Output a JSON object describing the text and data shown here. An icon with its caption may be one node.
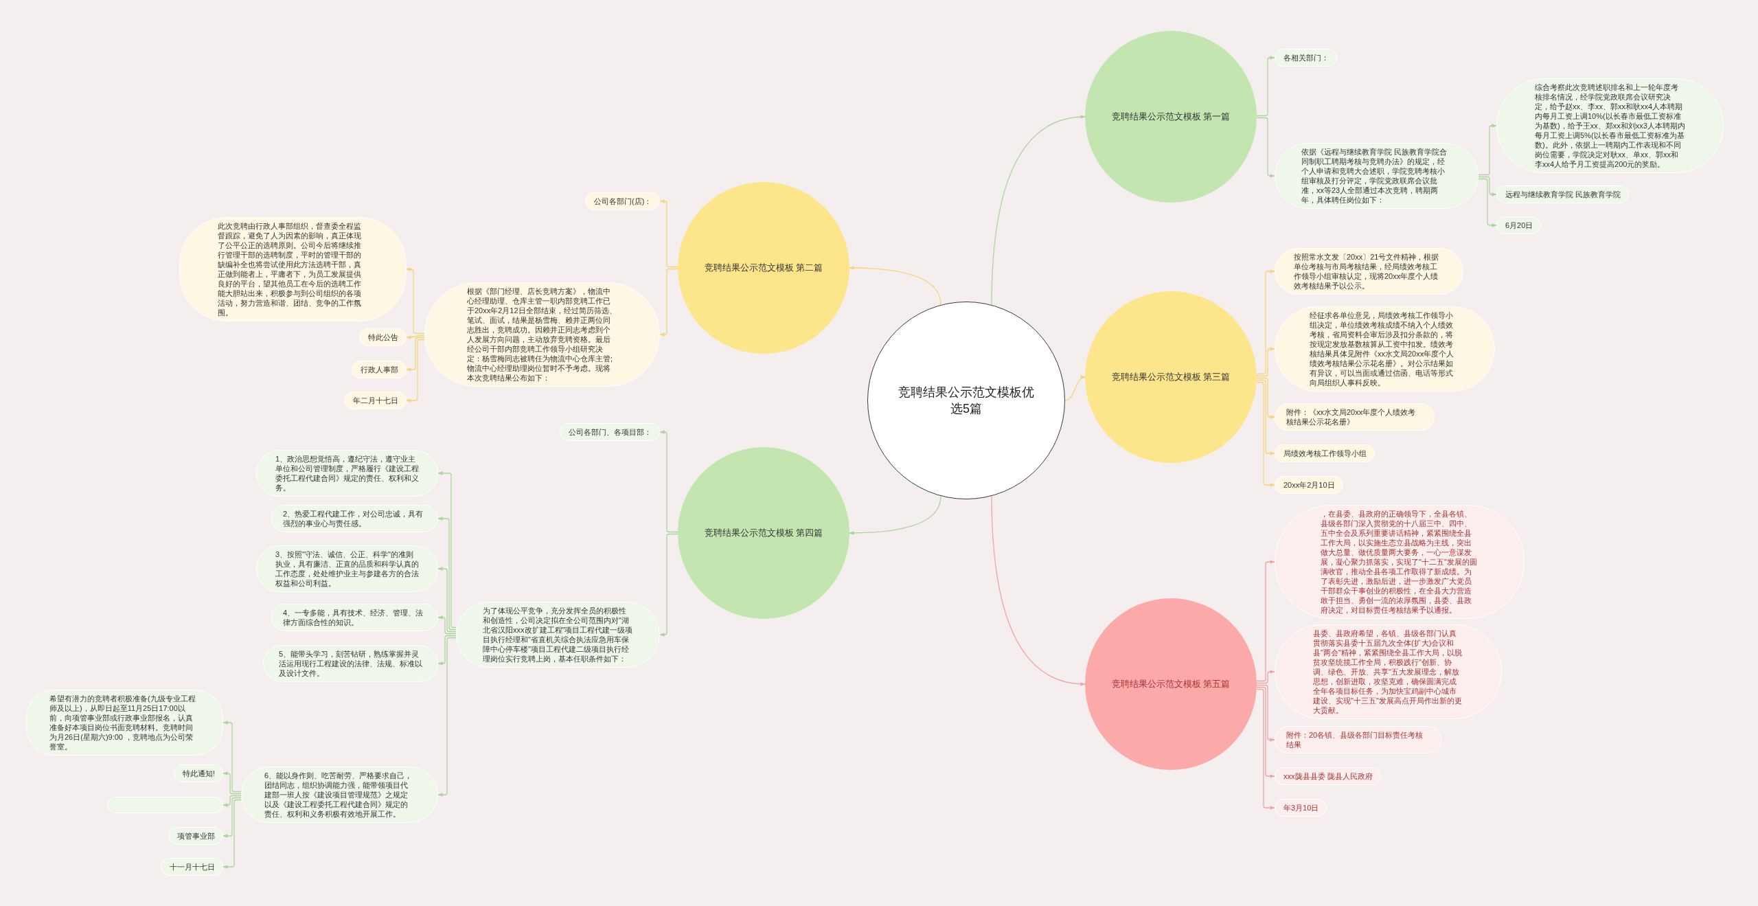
{
  "diagram": {
    "nodes": [
      {
        "text": [
          "竞聘结果公示范文模板优选5篇"
        ]
      },
      {
        "text": [
          "竞聘结果公示范文模板 第一篇"
        ]
      },
      {
        "text": [
          "各相关部门："
        ]
      },
      {
        "text": [
          "依据《远程与继续教育学院 民族教育学院合同制职工聘期考核与竞聘办法》的规定，经个人申请和竞聘大会述职，学院竞聘考核小组审核及打分评定，学院党政联席会议批准，xx等23人全部通过本次竞聘，聘期两年，具体聘任岗位如下："
        ]
      },
      {
        "text": [
          "综合考察此次竞聘述职排名和上一轮年度考核排名情况，经学院党政联席会议研究决定，给予赵xx、李xx、郭xx和耿xx4人本聘期内每月工资上调10%(以长春市最低工资标准为基数)，给予王xx、郑xx和刘xx3人本聘期内每月工资上调5%(以长春市最低工资标准为基数)。此外，依据上一聘期内工作表现和不同岗位需要，学院决定对耿xx、单xx、郭xx和李xx4人给予月工资提高200元的奖励。"
        ]
      },
      {
        "text": [
          "远程与继续教育学院 民族教育学院"
        ]
      },
      {
        "text": [
          "6月20日"
        ]
      },
      {
        "text": [
          "竞聘结果公示范文模板 第二篇"
        ]
      },
      {
        "text": [
          "公司各部门(店)："
        ]
      },
      {
        "text": [
          "根据《部门经理、店长竞聘方案》，物流中心经理助理、仓库主管一职内部竞聘工作已于20xx年2月12日全部结束，经过简历筛选、笔试、面试，结果是杨雪梅、赖井正两位同志胜出，竞聘成功。因赖井正同志考虑到个人发展方向问题，主动放弃竞聘资格。最后经公司干部内部竞聘工作领导小组研究决定：杨雪梅同志被聘任为物流中心仓库主管;物流中心经理助理岗位暂时不予考虑。现将本次竞聘结果公布如下："
        ]
      },
      {
        "text": [
          "此次竞聘由行政人事部组织，督查委全程监督跟踪，避免了人为因素的影响，真正体现了公平公正的选聘原则。公司今后将继续推行管理干部的选聘制度，平时的管理干部的缺编补全也将尝试使用此方法选聘干部，真正做到能者上，平庸者下，为员工发展提供良好的平台，望其他员工在今后的选聘工作能大胆站出来，积极参与到公司组织的各项活动，努力营造和谐、团结、竞争的工作氛围。"
        ]
      },
      {
        "text": [
          "特此公告"
        ]
      },
      {
        "text": [
          "行政人事部"
        ]
      },
      {
        "text": [
          "年二月十七日"
        ]
      },
      {
        "text": [
          "竞聘结果公示范文模板 第三篇"
        ]
      },
      {
        "text": [
          "按照常水文发〔20xx〕21号文件精神，根据单位考核与市局考核结果，经局绩效考核工作领导小组审核认定，现将20xx年度个人绩效考核结果予以公示。"
        ]
      },
      {
        "text": [
          "经征求各单位意见，局绩效考核工作领导小组决定，单位绩效考核成绩不纳入个人绩效考核，省局资料会审后涉及扣分条款的，将按现定发放基数核算从工资中扣发。绩效考核结果具体见附件《xx水文局20xx年度个人绩效考核结果公示花名册》。对公示结果如有异议，可以当面或通过信函、电话等形式向局组织人事科反映。"
        ]
      },
      {
        "text": [
          "附件：《xx水文局20xx年度个人绩效考核结果公示花名册》"
        ]
      },
      {
        "text": [
          "局绩效考核工作领导小组"
        ]
      },
      {
        "text": [
          "20xx年2月10日"
        ]
      },
      {
        "text": [
          "竞聘结果公示范文模板 第四篇"
        ]
      },
      {
        "text": [
          "公司各部门、各项目部："
        ]
      },
      {
        "text": [
          "为了体现公平竞争，充分发挥全员的积极性和创造性，公司决定拟在全公司范围内对\"湖北省汉阳xxx改扩建工程\"项目工程代建一级项目执行经理和\"省直机关综合执法应急用车保障中心停车楼\"项目工程代建二级项目执行经理岗位实行竞聘上岗，基本任职条件如下："
        ]
      },
      {
        "text": [
          "1、政治思想觉悟高，遵纪守法，遵守业主单位和公司管理制度，严格履行《建设工程委托工程代建合同》规定的责任、权利和义务。"
        ]
      },
      {
        "text": [
          "2、热爱工程代建工作，对公司忠诚，具有强烈的事业心与责任感。"
        ]
      },
      {
        "text": [
          "3、按照\"守法、诚信、公正、科学\"的准则执业，具有廉洁、正直的品质和科学认真的工作态度，处处维护业主与参建各方的合法权益和公司利益。"
        ]
      },
      {
        "text": [
          "4、一专多能，具有技术、经济、管理、法律方面综合性的知识。"
        ]
      },
      {
        "text": [
          "5、能带头学习，刻苦钻研，熟练掌握并灵活运用现行工程建设的法律、法规、标准以及设计文件。"
        ]
      },
      {
        "text": [
          "6、能以身作则、吃苦耐劳、严格要求自己，团结同志，组织协调能力强，能带领项目代建部一班人按《建设项目管理规范》之规定以及《建设工程委托工程代建合同》规定的责任、权利和义务积极有效地开展工作。"
        ]
      },
      {
        "text": [
          "希望有潜力的竞聘者积极准备(九级专业工程师及以上)，从即日起至11月25日17:00以前，向项管事业部或行政事业部报名，认真准备好本项目岗位书面竞聘材料。竞聘时间为月26日(星期六)9:00 ，竞聘地点为公司荣誉室。"
        ]
      },
      {
        "text": [
          "特此通知!"
        ]
      },
      {
        "text": [],
        "shape": "box"
      },
      {
        "text": [
          "项管事业部"
        ]
      },
      {
        "text": [
          "十一月十七日"
        ]
      },
      {
        "text": [
          "竞聘结果公示范文模板 第五篇"
        ]
      },
      {
        "text": [
          "，在县委、县政府的正确领导下，全县各镇、县级各部门深入贯彻党的十八届三中、四中、五中全会及系列重要讲话精神，紧紧围绕全县工作大局，以实施生态立县战略为主线，突出做大总量、做优质量两大要务，一心一意谋发展，凝心聚力抓落实，实现了\"十二五\"发展的圆满收官，推动全县各项工作取得了新成绩。为了表彰先进，激励后进，进一步激发广大党员干部群众干事创业的积极性，在全县大力营造敢于担当、勇创一流的浓厚氛围，县委、县政府决定，对目标责任考核结果予以通报。"
        ]
      },
      {
        "text": [
          "县委、县政府希望，各镇、县级各部门认真贯彻落实县委十五届九次全体(扩大)会议和县\"两会\"精神，紧紧围绕全县工作大局，以脱贫攻坚统揽工作全局，积极践行\"创新、协调、绿色、开放、共享\"五大发展理念，解放思想，创新进取，攻坚克难，确保圆满完成全年各项目标任务，为加快宝鸡副中心城市建设、实现\"十三五\"发展高点开局作出新的更大贡献。"
        ]
      },
      {
        "text": [
          "附件：20各镇、县级各部门目标责任考核结果"
        ]
      },
      {
        "text": [
          "xxx陇县县委 陇县人民政府"
        ]
      },
      {
        "text": [
          "年3月10日"
        ]
      }
    ],
    "edges": [
      {
        "from": 0,
        "to": 1,
        "arrow": "to"
      },
      {
        "from": 1,
        "to": 2,
        "arrow": "to"
      },
      {
        "from": 1,
        "to": 3,
        "arrow": "to"
      },
      {
        "from": 3,
        "to": 4,
        "arrow": "to"
      },
      {
        "from": 3,
        "to": 5,
        "arrow": "to"
      },
      {
        "from": 3,
        "to": 6,
        "arrow": "to"
      },
      {
        "from": 0,
        "to": 7,
        "arrow": "to",
        "color": "#f5d47a"
      },
      {
        "from": 7,
        "to": 8,
        "arrow": "to",
        "color": "#f5d47a"
      },
      {
        "from": 7,
        "to": 9,
        "arrow": "to",
        "color": "#f5d47a"
      },
      {
        "from": 9,
        "to": 10,
        "arrow": "to",
        "color": "#f5d47a"
      },
      {
        "from": 9,
        "to": 11,
        "arrow": "to",
        "color": "#f5d47a"
      },
      {
        "from": 9,
        "to": 12,
        "arrow": "to",
        "color": "#f5d47a"
      },
      {
        "from": 9,
        "to": 13,
        "arrow": "to",
        "color": "#f5d47a"
      },
      {
        "from": 0,
        "to": 14,
        "arrow": "to",
        "color": "#f5d47a"
      },
      {
        "from": 14,
        "to": 15,
        "arrow": "to",
        "color": "#f5d47a"
      },
      {
        "from": 14,
        "to": 16,
        "arrow": "to",
        "color": "#f5d47a"
      },
      {
        "from": 14,
        "to": 17,
        "arrow": "to",
        "color": "#f5d47a"
      },
      {
        "from": 14,
        "to": 18,
        "arrow": "to",
        "color": "#f5d47a"
      },
      {
        "from": 14,
        "to": 19,
        "arrow": "to",
        "color": "#f5d47a"
      },
      {
        "from": 0,
        "to": 20,
        "arrow": "to"
      },
      {
        "from": 20,
        "to": 21,
        "arrow": "to"
      },
      {
        "from": 20,
        "to": 22,
        "arrow": "to"
      },
      {
        "from": 22,
        "to": 23,
        "arrow": "to"
      },
      {
        "from": 22,
        "to": 24,
        "arrow": "to"
      },
      {
        "from": 22,
        "to": 25,
        "arrow": "to"
      },
      {
        "from": 22,
        "to": 26,
        "arrow": "to"
      },
      {
        "from": 22,
        "to": 27,
        "arrow": "to"
      },
      {
        "from": 22,
        "to": 28,
        "arrow": "to"
      },
      {
        "from": 28,
        "to": 29,
        "arrow": "to"
      },
      {
        "from": 28,
        "to": 30,
        "arrow": "to"
      },
      {
        "from": 28,
        "to": 31,
        "arrow": "to"
      },
      {
        "from": 28,
        "to": 32,
        "arrow": "to"
      },
      {
        "from": 28,
        "to": 33,
        "arrow": "to"
      },
      {
        "from": 0,
        "to": 34,
        "arrow": "to",
        "color": "#f0a3a3"
      },
      {
        "from": 34,
        "to": 35,
        "arrow": "to",
        "color": "#f0a3a3"
      },
      {
        "from": 34,
        "to": 36,
        "arrow": "to",
        "color": "#f0a3a3"
      },
      {
        "from": 34,
        "to": 37,
        "arrow": "to",
        "color": "#f0a3a3"
      },
      {
        "from": 34,
        "to": 38,
        "arrow": "to",
        "color": "#f0a3a3"
      },
      {
        "from": 34,
        "to": 39,
        "arrow": "to",
        "color": "#f0a3a3"
      }
    ]
  }
}
